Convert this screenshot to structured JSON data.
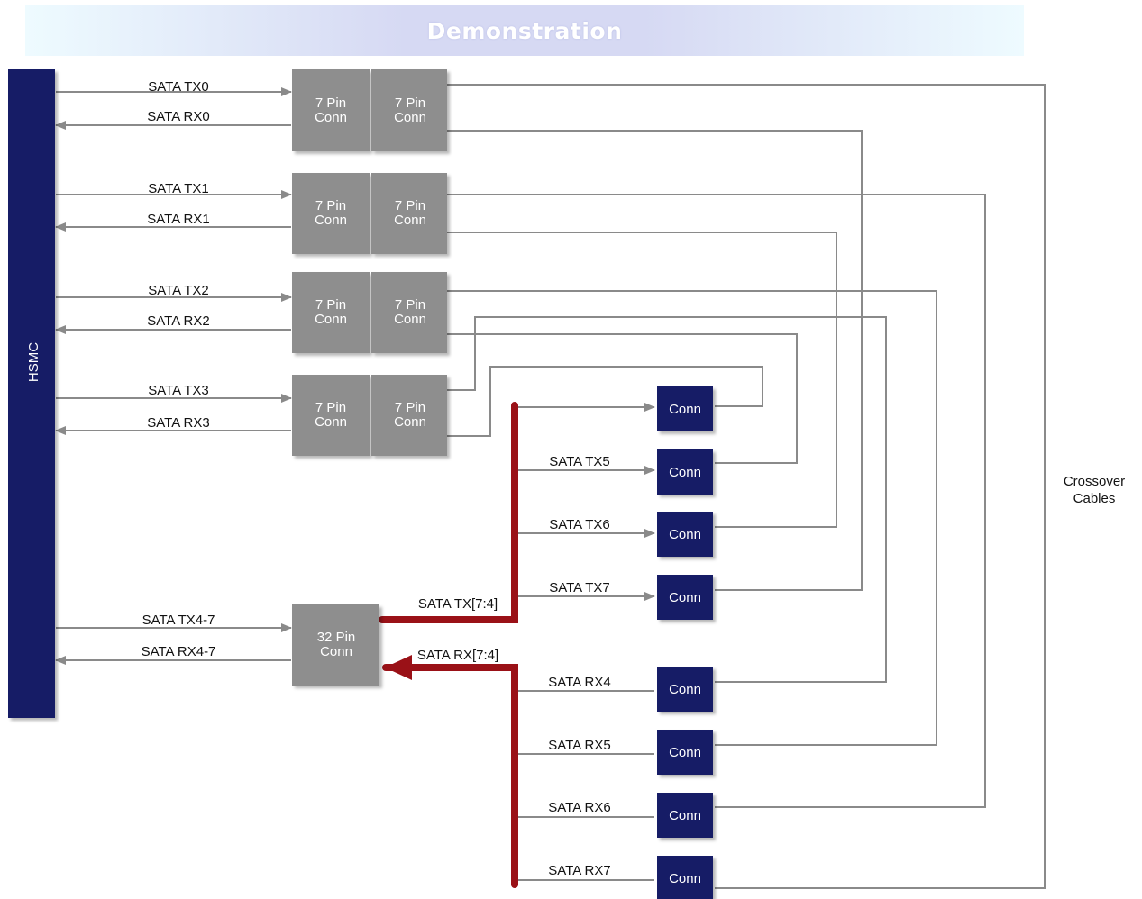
{
  "banner": {
    "title": "Demonstration"
  },
  "hsmc": {
    "label": "HSMC"
  },
  "conn7": {
    "line1": "7 Pin",
    "line2": "Conn"
  },
  "conn32": {
    "line1": "32 Pin",
    "line2": "Conn"
  },
  "conn_small": {
    "label": "Conn"
  },
  "sata_tx_labels": [
    "SATA TX0",
    "SATA TX1",
    "SATA TX2",
    "SATA TX3"
  ],
  "sata_rx_labels": [
    "SATA RX0",
    "SATA RX1",
    "SATA RX2",
    "SATA RX3"
  ],
  "hsmc_tx_bus": "SATA TX4-7",
  "hsmc_rx_bus": "SATA RX4-7",
  "bus_tx": "SATA TX[7:4]",
  "bus_rx": "SATA RX[7:4]",
  "tx_branch_labels": [
    "SATA TX5",
    "SATA TX6",
    "SATA TX7"
  ],
  "rx_branch_labels": [
    "SATA RX4",
    "SATA RX5",
    "SATA RX6",
    "SATA RX7"
  ],
  "crossover": {
    "line1": "Crossover",
    "line2": "Cables"
  },
  "colors": {
    "hsmc_fill": "#151a66",
    "conn7_fill": "#8e8e8e",
    "small_conn_fill": "#151a66",
    "bus": "#9a1117",
    "wire": "#8a8a8a"
  }
}
